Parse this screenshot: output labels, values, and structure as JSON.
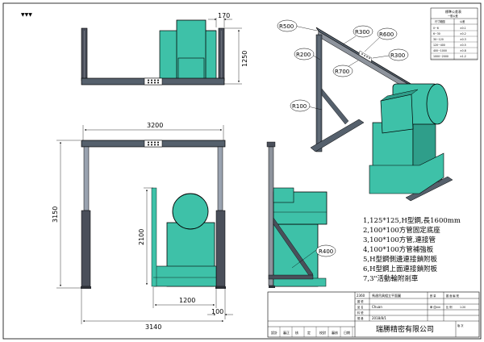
{
  "drawing": {
    "dimensions": {
      "top_offset": "170",
      "top_height": "1250",
      "front_width": "3200",
      "front_height": "3150",
      "front_rail": "2100",
      "front_base": "1200",
      "front_foot": "100",
      "front_overall": "3140"
    },
    "callouts": {
      "r500": "R500",
      "r300a": "R300",
      "r600": "R600",
      "r200": "R200",
      "r300b": "R300",
      "r700": "R700",
      "r100": "R100",
      "r400": "R400"
    },
    "parts_list": [
      "1,125*125,H型鋼,長1600mm",
      "2,100*100方管固定底座",
      "3,100*100方管,連接管",
      "4,100*100方管補強板",
      "5,H型鋼側邊連接鎖附板",
      "6,H型鋼上面連接鎖附板",
      "7,3\"活動輪附剎車"
    ],
    "title_block": {
      "drawing_no": "2360",
      "name": "馬達吊具組立平面圖",
      "designer": "Chuan",
      "date": "2018/8/1",
      "company": "瑞勝精密有限公司",
      "row_labels": [
        "設計",
        "審正",
        "核",
        "定",
        "校對",
        "審核",
        "日期"
      ],
      "mid_labels": [
        "圖 號",
        "品 名",
        "料 號",
        "規 格"
      ],
      "right_labels": [
        "數 量",
        "單 位",
        "比 例",
        "圖 面 編 號",
        "版 次"
      ],
      "unit": "mm",
      "scale": "1:20"
    },
    "tolerance_table": {
      "title": "標準公差表",
      "subtitle": "一般公差",
      "header": [
        "尺寸範圍",
        "公差"
      ],
      "rows": [
        [
          "0~6",
          "±0.1"
        ],
        [
          "6~30",
          "±0.2"
        ],
        [
          "30~120",
          "±0.3"
        ],
        [
          "120~400",
          "±0.5"
        ],
        [
          "400~1000",
          "±0.8"
        ],
        [
          "1000~2000",
          "±1.2"
        ]
      ]
    },
    "surface_mark": "▼▼▼"
  }
}
